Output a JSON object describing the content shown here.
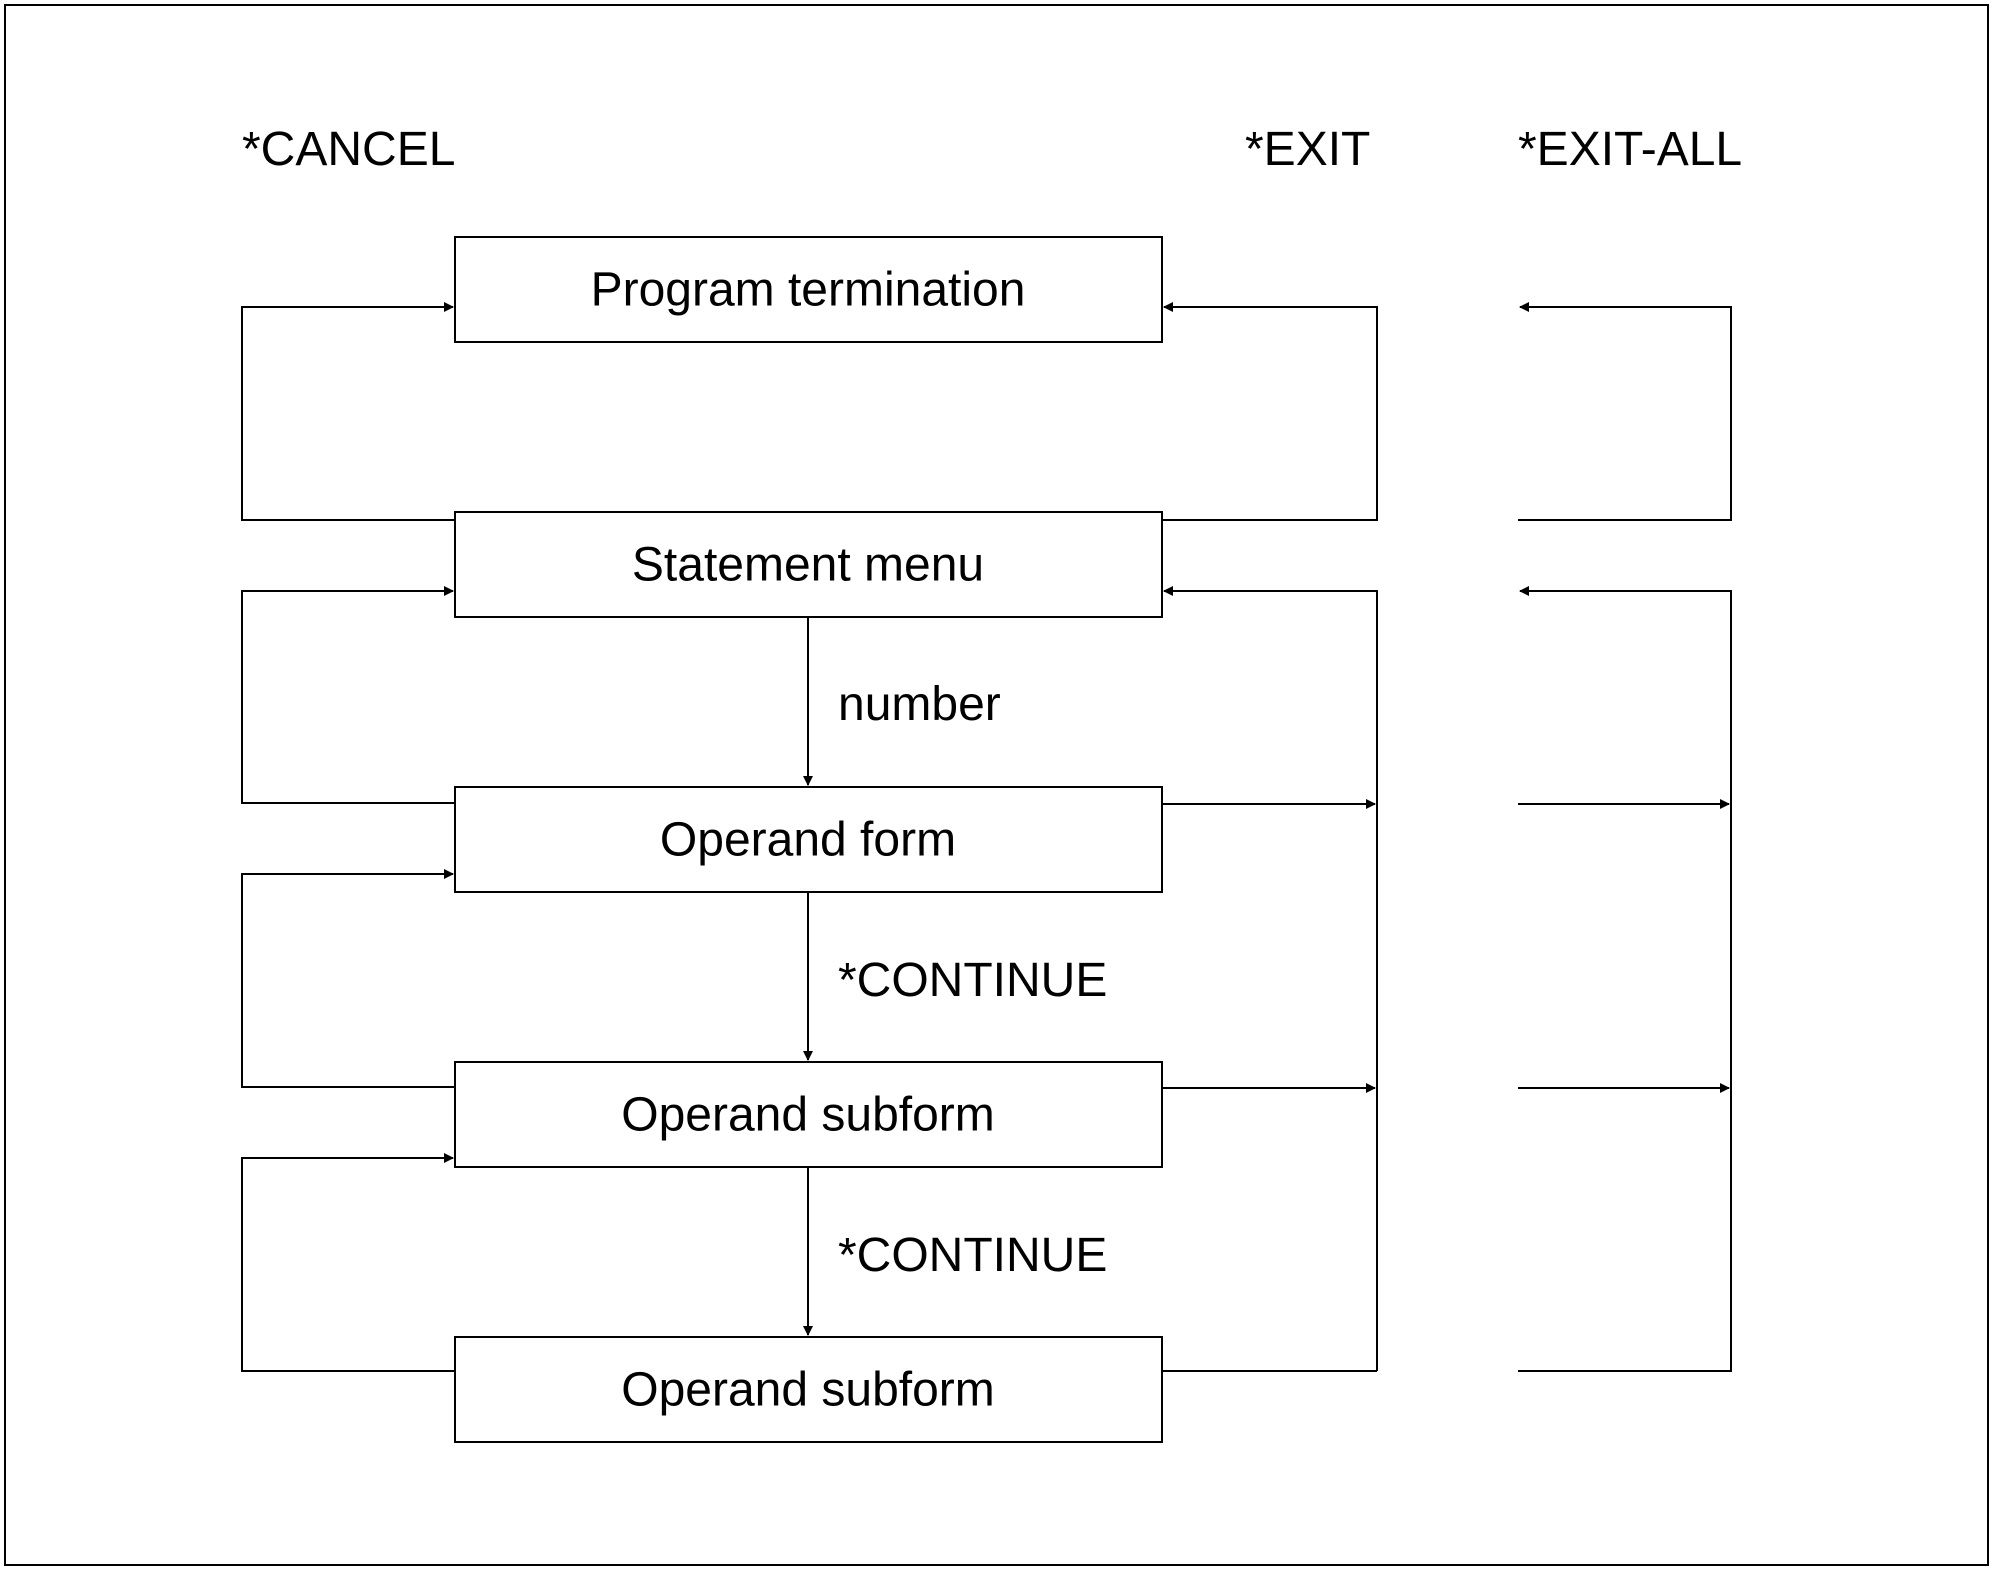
{
  "headers": {
    "cancel": "*CANCEL",
    "exit": "*EXIT",
    "exit_all": "*EXIT-ALL"
  },
  "boxes": [
    {
      "id": "program-termination",
      "label": "Program termination"
    },
    {
      "id": "statement-menu",
      "label": "Statement menu"
    },
    {
      "id": "operand-form",
      "label": "Operand form"
    },
    {
      "id": "operand-subform-1",
      "label": "Operand subform"
    },
    {
      "id": "operand-subform-2",
      "label": "Operand subform"
    }
  ],
  "transitions": [
    {
      "from": "statement-menu",
      "to": "operand-form",
      "label": "number"
    },
    {
      "from": "operand-form",
      "to": "operand-subform-1",
      "label": "*CONTINUE"
    },
    {
      "from": "operand-subform-1",
      "to": "operand-subform-2",
      "label": "*CONTINUE"
    }
  ],
  "colors": {
    "stroke": "#000000",
    "background": "#ffffff"
  }
}
